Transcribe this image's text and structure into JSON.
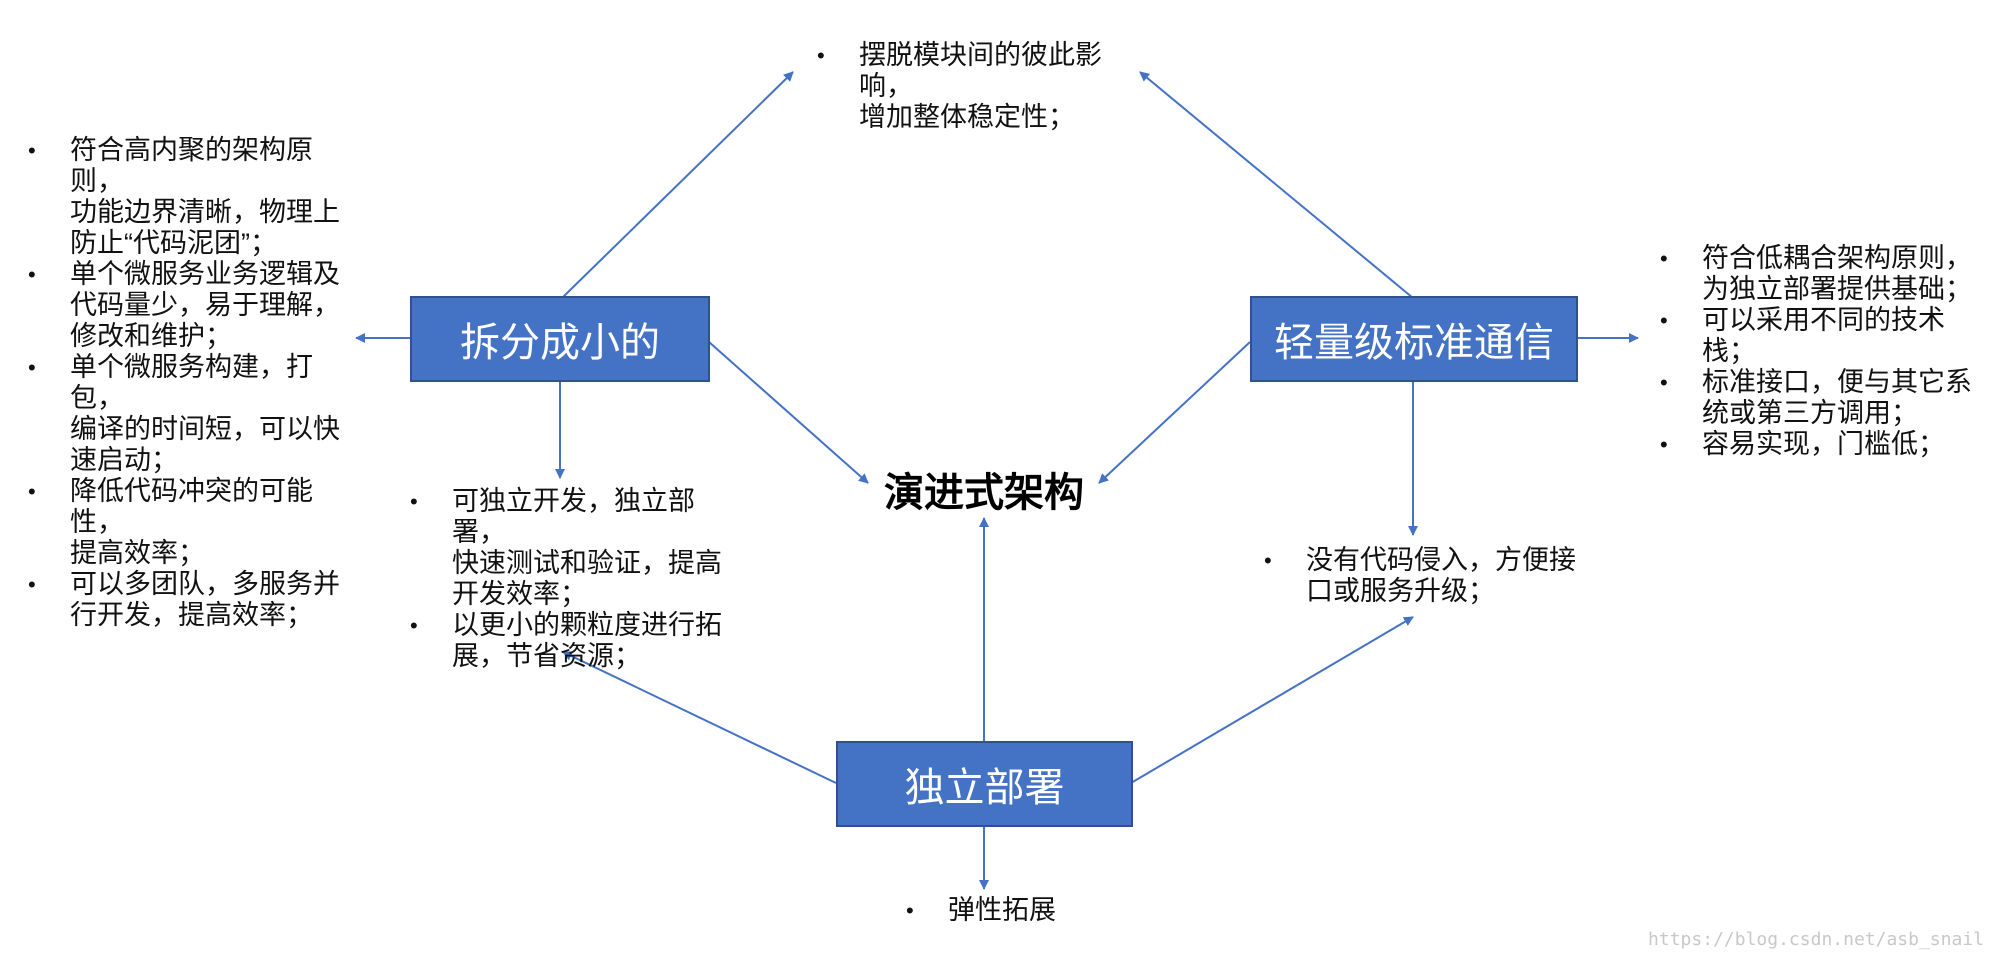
{
  "diagram": {
    "center_title": "演进式架构",
    "nodes": {
      "split": "拆分成小的",
      "comm": "轻量级标准通信",
      "deploy": "独立部署"
    },
    "notes": {
      "top": [
        "摆脱模块间的彼此影响，\n增加整体稳定性；"
      ],
      "left": [
        "符合高内聚的架构原则，\n功能边界清晰，物理上\n防止“代码泥团”；",
        "单个微服务业务逻辑及\n代码量少，易于理解，\n修改和维护；",
        "单个微服务构建，打包，\n编译的时间短，可以快\n速启动；",
        "降低代码冲突的可能性，\n提高效率；",
        "可以多团队，多服务并\n行开发，提高效率；"
      ],
      "under_split": [
        "可独立开发，独立部署，\n快速测试和验证，提高\n开发效率；",
        "以更小的颗粒度进行拓\n展，节省资源；"
      ],
      "right": [
        "符合低耦合架构原则，\n为独立部署提供基础；",
        "可以采用不同的技术栈；",
        "标准接口，便与其它系\n统或第三方调用；",
        "容易实现，门槛低；"
      ],
      "under_comm": [
        "没有代码侵入，方便接\n口或服务升级；"
      ],
      "bottom": [
        "弹性拓展"
      ]
    },
    "colors": {
      "node_fill": "#4472c4",
      "node_border": "#2f528f",
      "arrow": "#4472c4"
    }
  },
  "watermark": "https://blog.csdn.net/asb_snail"
}
